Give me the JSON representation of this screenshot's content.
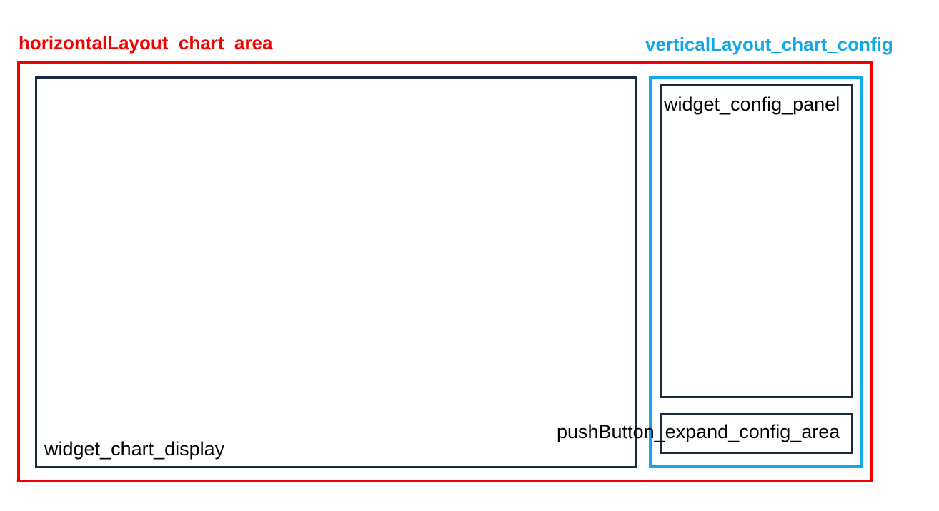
{
  "annotations": {
    "horizontal_layout": {
      "label": "horizontalLayout_chart_area",
      "color": "#f40000",
      "type": "layout"
    },
    "vertical_layout": {
      "label": "verticalLayout_chart_config",
      "color": "#11a8e8",
      "type": "layout"
    },
    "chart_display": {
      "label": "widget_chart_display",
      "color": "#1b2a41",
      "type": "widget"
    },
    "config_panel": {
      "label": "widget_config_panel",
      "color": "#1b2a41",
      "type": "widget"
    },
    "expand_button": {
      "label": "pushButton_expand_config_area",
      "color": "#1b2a41",
      "type": "pushbutton"
    }
  }
}
